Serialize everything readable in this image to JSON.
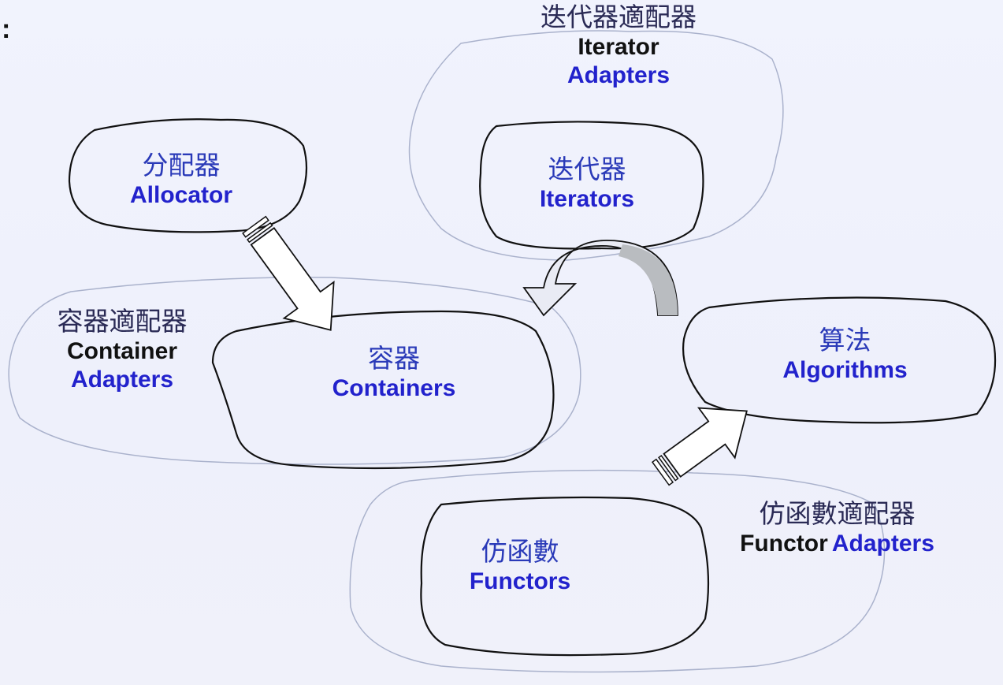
{
  "slide": {
    "bullet": ":"
  },
  "nodes": {
    "allocator": {
      "cn": "分配器",
      "en": "Allocator"
    },
    "containers": {
      "cn": "容器",
      "en": "Containers"
    },
    "container_adapters": {
      "cn": "容器適配器",
      "en1": "Container",
      "en2": "Adapters"
    },
    "iterators": {
      "cn": "迭代器",
      "en": "Iterators"
    },
    "iterator_adapters": {
      "cn": "迭代器適配器",
      "en1": "Iterator",
      "en2": "Adapters"
    },
    "algorithms": {
      "cn": "算法",
      "en": "Algorithms"
    },
    "functors": {
      "cn": "仿函數",
      "en": "Functors"
    },
    "functor_adapters": {
      "cn": "仿函數適配器",
      "en1": "Functor",
      "en2": "Adapters"
    }
  },
  "colors": {
    "blue_text": "#2222cc",
    "outline_dark": "#111111",
    "outline_light": "#aab2cc",
    "arrow_gray": "#b9bcc0"
  }
}
